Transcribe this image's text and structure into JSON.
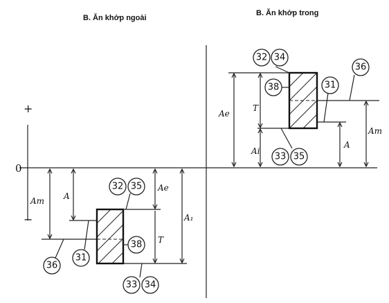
{
  "headings": {
    "left": "B. Ăn khớp ngoài",
    "right": "B. Ăn khớp trong"
  },
  "axis": {
    "plus": "+",
    "minus": "−",
    "zero": "0"
  },
  "left_labels": {
    "am": "Am",
    "a": "A",
    "ae": "Ae",
    "a1": "A₁",
    "t": "T"
  },
  "left_bubbles": {
    "b32": "32",
    "b35": "35",
    "b38": "38",
    "b31": "31",
    "b36": "36",
    "b33": "33",
    "b34": "34"
  },
  "right_labels": {
    "ae": "Ae",
    "ai": "Ai",
    "t": "T",
    "a": "A",
    "am": "Am"
  },
  "right_bubbles": {
    "b32": "32",
    "b34": "34",
    "b38": "38",
    "b31": "31",
    "b36": "36",
    "b33": "33",
    "b35": "35"
  }
}
